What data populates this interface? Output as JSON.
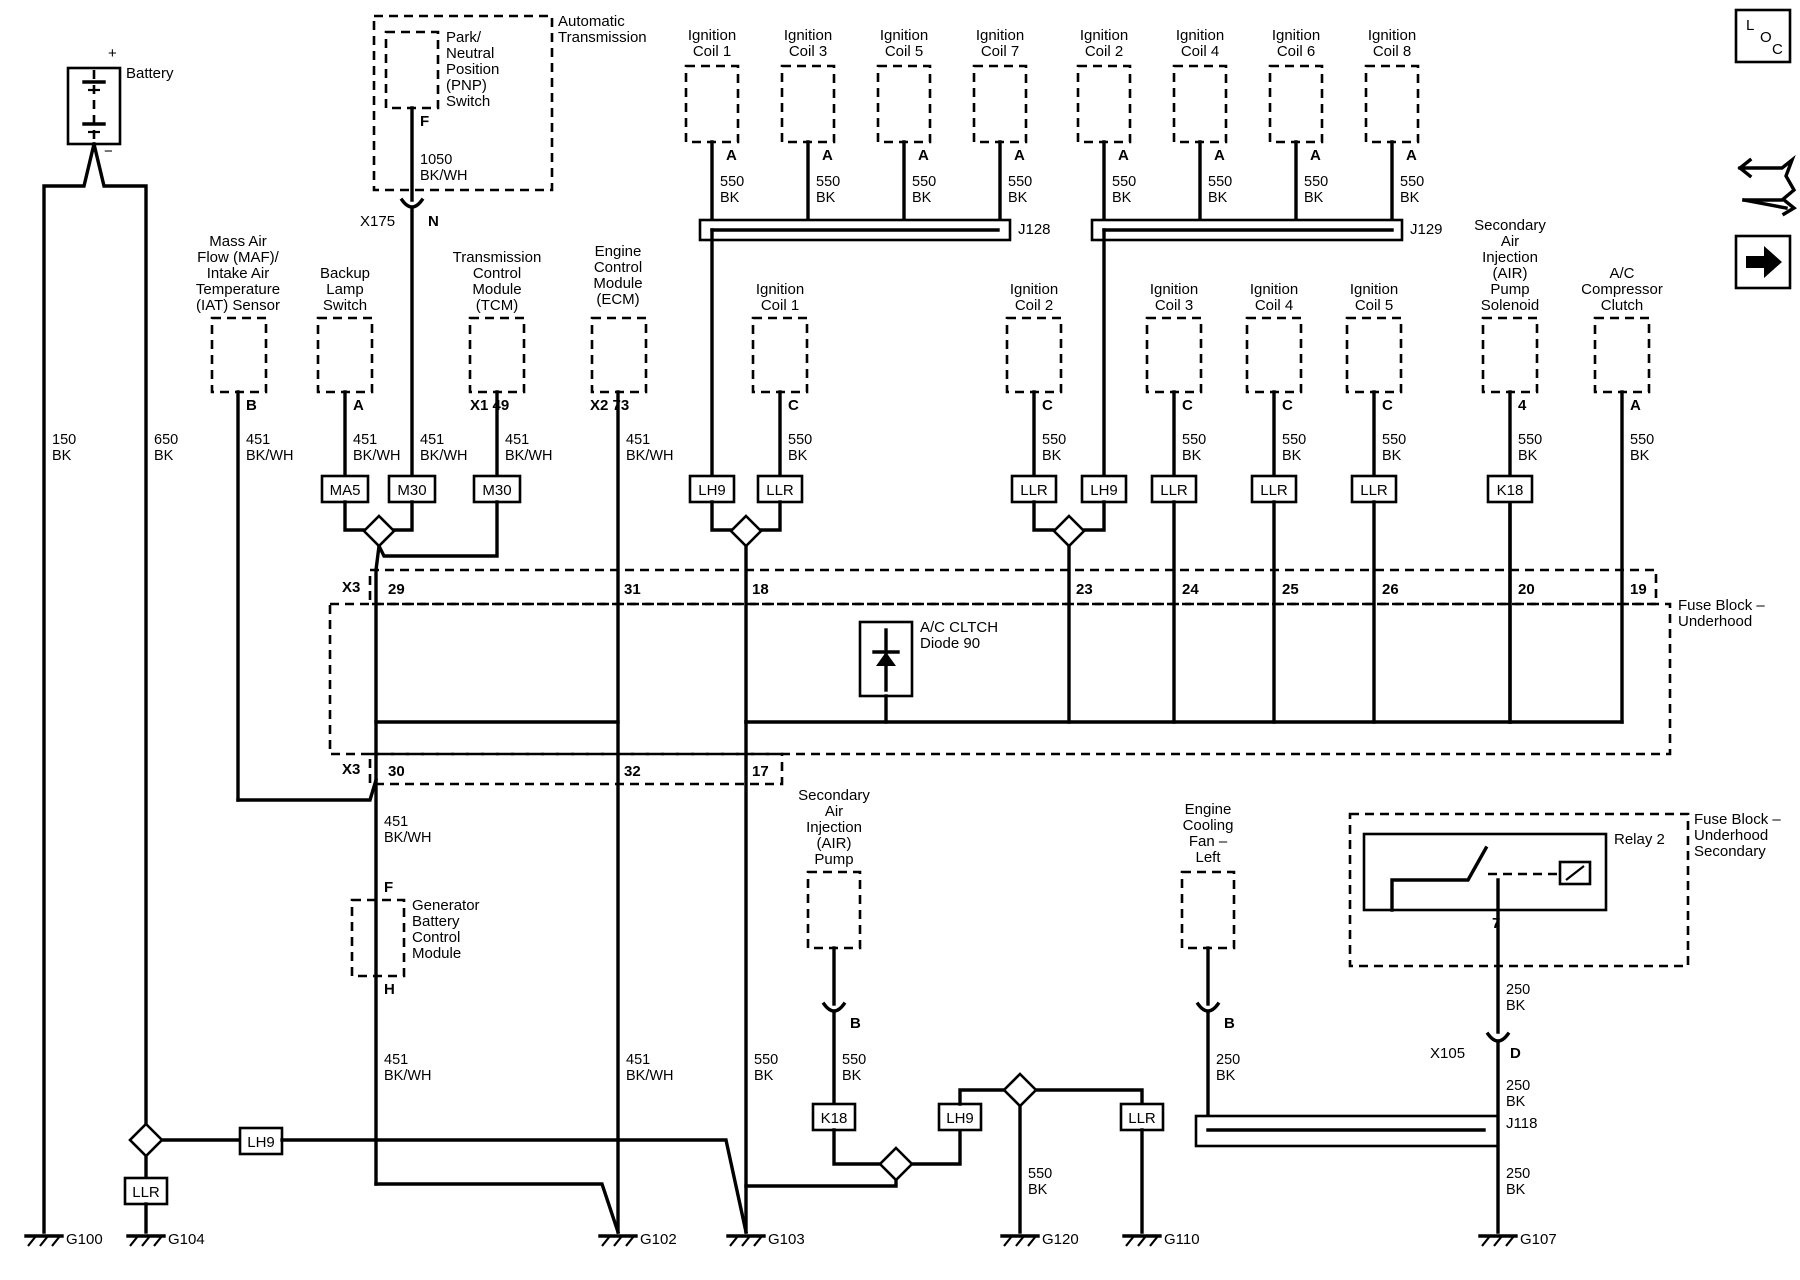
{
  "components": {
    "battery": "Battery",
    "battery_plus": "+",
    "battery_minus": "−",
    "auto_trans": [
      "Automatic",
      "Transmission"
    ],
    "pnp": [
      "Park/",
      "Neutral",
      "Position",
      "(PNP)",
      "Switch"
    ],
    "maf": [
      "Mass Air",
      "Flow (MAF)/",
      "Intake Air",
      "Temperature",
      "(IAT) Sensor"
    ],
    "backup": [
      "Backup",
      "Lamp",
      "Switch"
    ],
    "tcm": [
      "Transmission",
      "Control",
      "Module",
      "(TCM)"
    ],
    "ecm": [
      "Engine",
      "Control",
      "Module",
      "(ECM)"
    ],
    "top_coils": [
      [
        "Ignition",
        "Coil 1"
      ],
      [
        "Ignition",
        "Coil 3"
      ],
      [
        "Ignition",
        "Coil 5"
      ],
      [
        "Ignition",
        "Coil 7"
      ],
      [
        "Ignition",
        "Coil 2"
      ],
      [
        "Ignition",
        "Coil 4"
      ],
      [
        "Ignition",
        "Coil 6"
      ],
      [
        "Ignition",
        "Coil 8"
      ]
    ],
    "mid_coils": [
      [
        "Ignition",
        "Coil 1"
      ],
      [
        "Ignition",
        "Coil 2"
      ],
      [
        "Ignition",
        "Coil 3"
      ],
      [
        "Ignition",
        "Coil 4"
      ],
      [
        "Ignition",
        "Coil 5"
      ]
    ],
    "air_solenoid": [
      "Secondary",
      "Air",
      "Injection",
      "(AIR)",
      "Pump",
      "Solenoid"
    ],
    "ac_clutch": [
      "A/C",
      "Compressor",
      "Clutch"
    ],
    "fuse_block": [
      "Fuse Block –",
      "Underhood"
    ],
    "diode": [
      "A/C CLTCH",
      "Diode 90"
    ],
    "generator": [
      "Generator",
      "Battery",
      "Control",
      "Module"
    ],
    "air_pump": [
      "Secondary",
      "Air",
      "Injection",
      "(AIR)",
      "Pump"
    ],
    "fan": [
      "Engine",
      "Cooling",
      "Fan –",
      "Left"
    ],
    "fuse_block_secondary": [
      "Fuse Block –",
      "Underhood",
      "Secondary"
    ],
    "relay": "Relay 2"
  },
  "pins": {
    "pnp_f": "F",
    "x175": "X175",
    "x175_n": "N",
    "maf_b": "B",
    "backup_a": "A",
    "tcm": "X1  49",
    "ecm": "X2  73",
    "top_coil": [
      "A",
      "A",
      "A",
      "A",
      "A",
      "A",
      "A",
      "A"
    ],
    "mid_coil": [
      "C",
      "C",
      "C",
      "C",
      "C"
    ],
    "air_sol": "4",
    "ac": "A",
    "x3_top": "X3",
    "x3_bottom": "X3",
    "fb_top": [
      "29",
      "31",
      "18",
      "23",
      "24",
      "25",
      "26",
      "20",
      "19"
    ],
    "fb_bottom": [
      "30",
      "32",
      "17"
    ],
    "gen_f": "F",
    "gen_h": "H",
    "pump_b": "B",
    "fan_b": "B",
    "relay_7": "7",
    "x105": "X105",
    "x105_d": "D"
  },
  "wires": {
    "w1050": [
      "1050",
      "BK/WH"
    ],
    "w150": [
      "150",
      "BK"
    ],
    "w650": [
      "650",
      "BK"
    ],
    "w451": [
      "451",
      "BK/WH"
    ],
    "w550": [
      "550",
      "BK"
    ],
    "w250": [
      "250",
      "BK"
    ]
  },
  "splices": {
    "j128": "J128",
    "j129": "J129",
    "j118": "J118",
    "codes_top": [
      "MA5",
      "M30",
      "M30",
      "LH9",
      "LLR",
      "LLR",
      "LH9",
      "LLR",
      "LLR",
      "LLR",
      "K18"
    ],
    "codes_bottom": [
      "LH9",
      "LLR",
      "K18",
      "LH9",
      "LLR"
    ]
  },
  "grounds": [
    "G100",
    "G104",
    "G102",
    "G103",
    "G120",
    "G110",
    "G107"
  ],
  "nav": {
    "loc_icon_text": [
      "L",
      "O",
      "C"
    ]
  }
}
